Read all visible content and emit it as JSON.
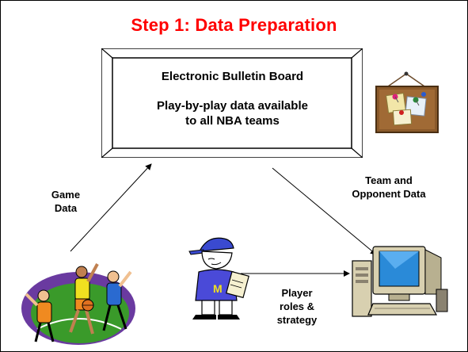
{
  "title": "Step 1:  Data Preparation",
  "bulletin_board": {
    "heading": "Electronic Bulletin Board",
    "line1": "Play-by-play data available",
    "line2": "to all NBA teams"
  },
  "labels": {
    "game_data_1": "Game",
    "game_data_2": "Data",
    "team_data_1": "Team and",
    "team_data_2": "Opponent Data",
    "player_1": "Player",
    "player_2": "roles &",
    "player_3": "strategy"
  },
  "clipart": {
    "corkboard": "corkboard-icon",
    "basketball_players": "basketball-players-icon",
    "coach": "coach-icon",
    "computer": "computer-icon"
  },
  "colors": {
    "title": "#ff0000"
  }
}
